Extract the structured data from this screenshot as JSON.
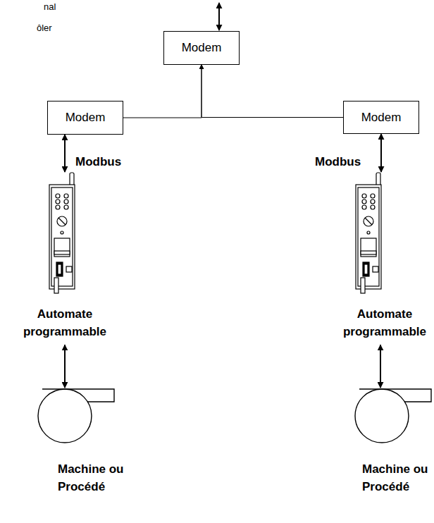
{
  "diagram": {
    "nodes": [
      {
        "text": [
          "Modem"
        ]
      },
      {
        "text": [
          "Modem"
        ]
      },
      {
        "text": [
          "Modem"
        ]
      },
      {
        "text": [
          "Automate programmable"
        ]
      },
      {
        "text": [
          "Automate programmable"
        ]
      },
      {
        "text": [
          "Machine ou Procédé"
        ]
      },
      {
        "text": [
          "Machine ou Procédé"
        ]
      }
    ],
    "edges": [
      {
        "from": 1,
        "to": 0,
        "arrow": "to"
      },
      {
        "from": 2,
        "to": 0,
        "arrow": "to"
      },
      {
        "from": 1,
        "to": 3,
        "label": "Modbus",
        "arrow": "both"
      },
      {
        "from": 2,
        "to": 4,
        "label": "Modbus",
        "arrow": "both"
      },
      {
        "from": 3,
        "to": 5,
        "arrow": "both"
      },
      {
        "from": 4,
        "to": 6,
        "arrow": "both"
      }
    ],
    "labels": [
      "nal",
      "ôler"
    ]
  }
}
